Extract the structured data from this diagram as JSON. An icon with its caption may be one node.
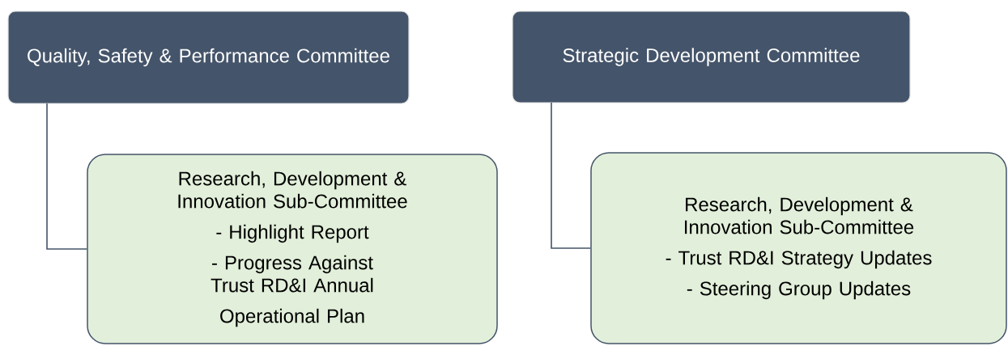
{
  "diagram": {
    "nodes": [
      {
        "text": [
          "Quality, Safety & Performance Committee"
        ]
      },
      {
        "text": [
          "Strategic Development Committee"
        ]
      },
      {
        "text": [
          "Research, Development & Innovation Sub-Committee",
          "- Highlight Report",
          "- Progress Against Trust RD&I Annual",
          "Operational Plan"
        ]
      },
      {
        "text": [
          "Research, Development & Innovation Sub-Committee",
          "- Trust RD&I Strategy Updates",
          "- Steering Group Updates"
        ]
      }
    ],
    "edges": [
      {
        "from": 0,
        "to": 2,
        "arrow": "none"
      },
      {
        "from": 1,
        "to": 3,
        "arrow": "none"
      }
    ]
  }
}
